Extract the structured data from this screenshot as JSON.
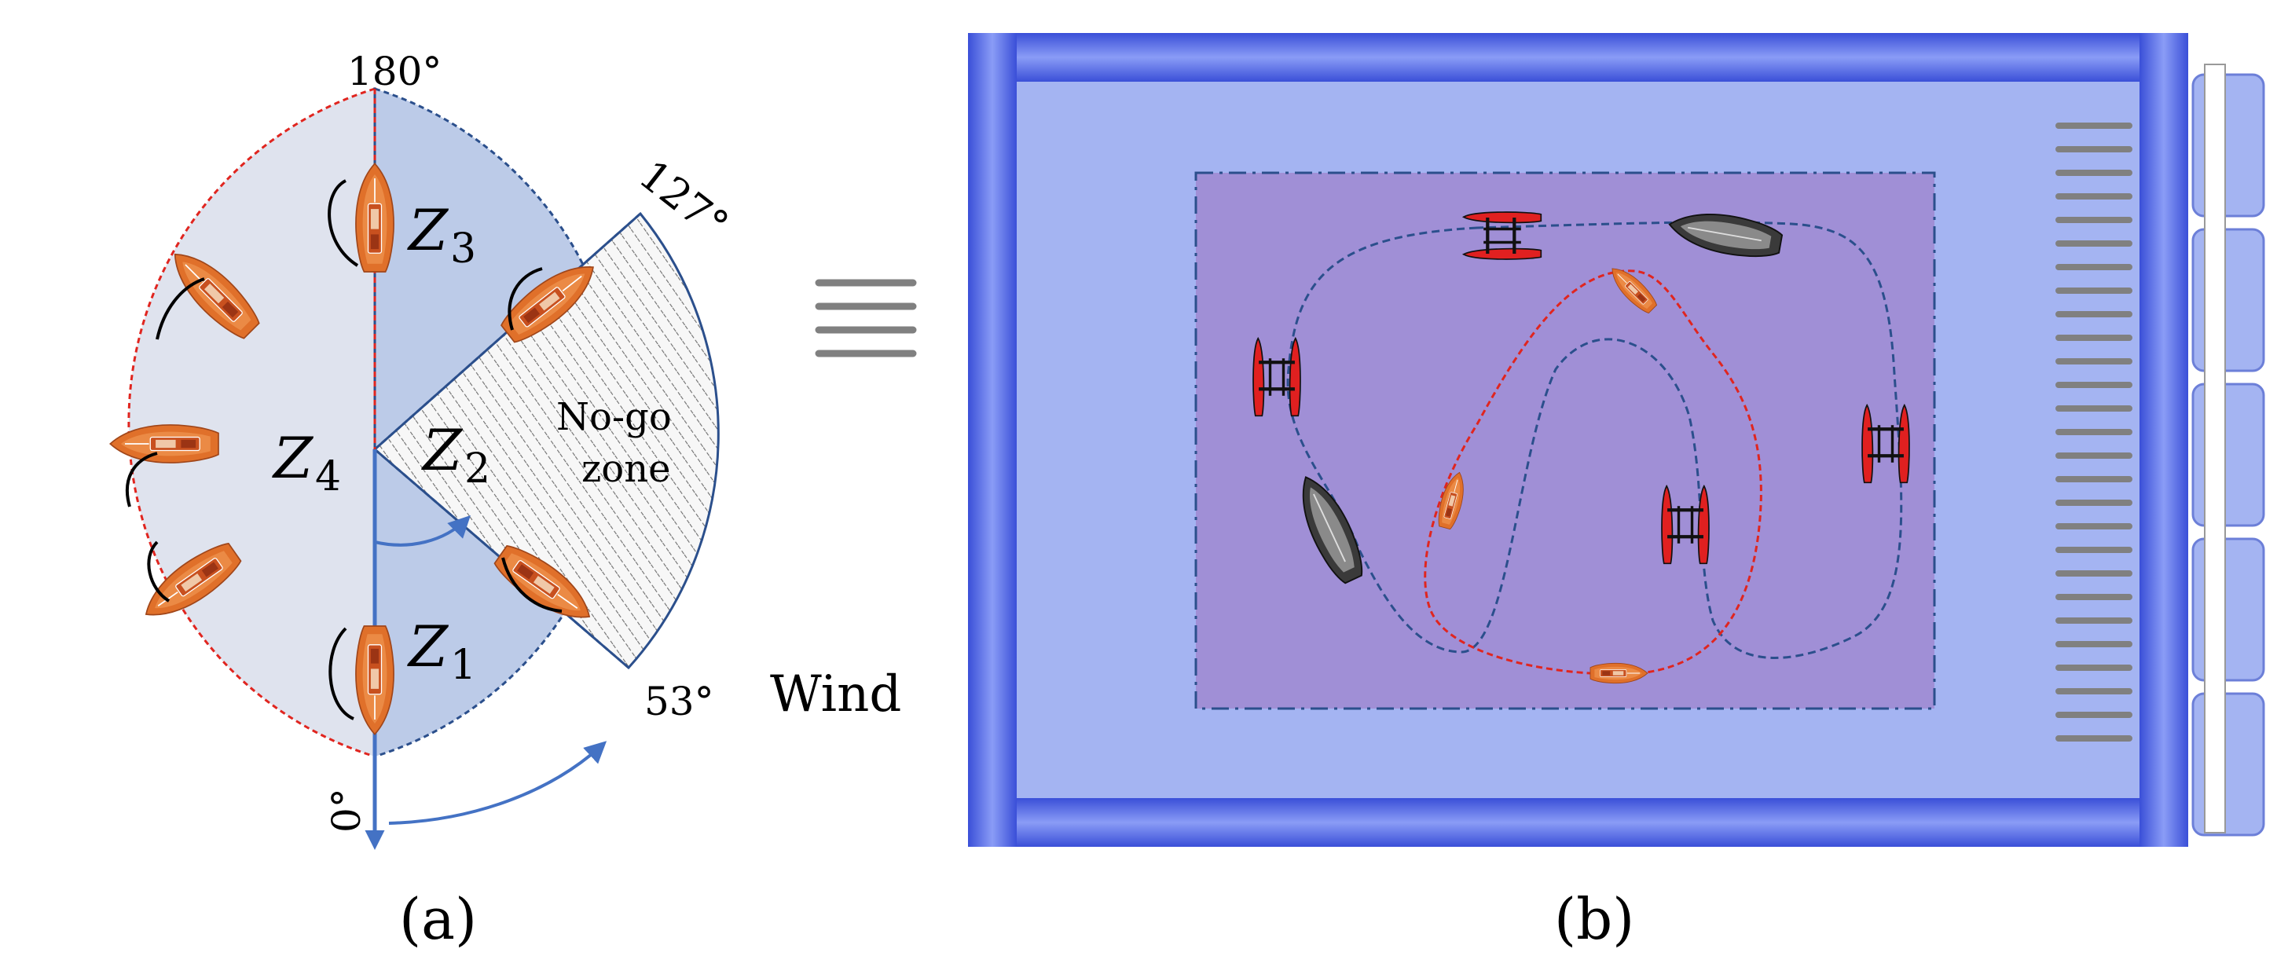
{
  "panel_a": {
    "label": "(a)",
    "angles": {
      "a180": "180°",
      "a127": "127°",
      "a53": "53°",
      "a0": "0°"
    },
    "zones": {
      "z1": {
        "base": "Z",
        "sub": "1"
      },
      "z2": {
        "base": "Z",
        "sub": "2"
      },
      "z3": {
        "base": "Z",
        "sub": "3"
      },
      "z4": {
        "base": "Z",
        "sub": "4"
      }
    },
    "no_go_line1": "No-go",
    "no_go_line2": "zone",
    "wind_label": "Wind"
  },
  "panel_b": {
    "label": "(b)"
  },
  "colors": {
    "pool_frame": "#4a63e8",
    "pool_water": "#a4b4f2",
    "work_area": "#a08fd6",
    "circle_left_fill": "#dfe3ee",
    "circle_right_fill": "#bccbe8",
    "red_dash": "#e0251f",
    "blue_dash": "#2b4f8c",
    "arrow_blue": "#4472c4",
    "boat_orange": "#e0702a",
    "wind_gray": "#808080"
  }
}
